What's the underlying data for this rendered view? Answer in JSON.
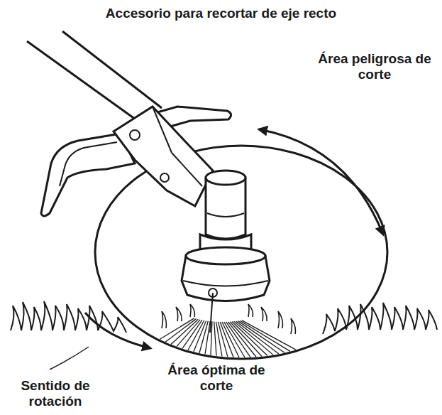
{
  "diagram": {
    "title": "Accesorio para recortar de eje recto",
    "labels": [
      "Área peligrosa de corte",
      "Sentido de rotación",
      "Área óptima de corte"
    ]
  }
}
